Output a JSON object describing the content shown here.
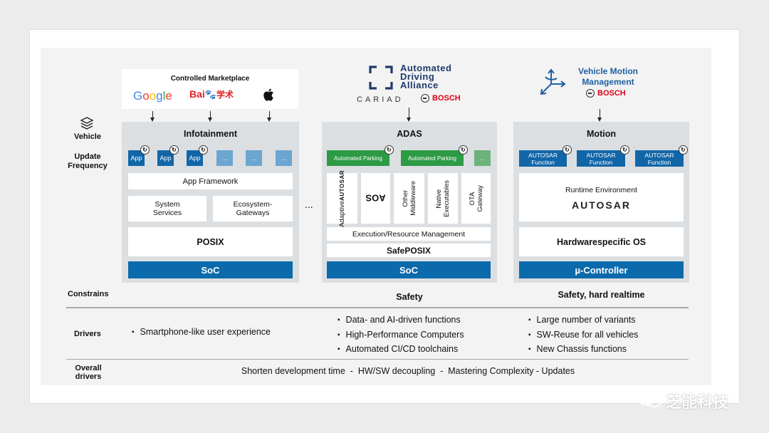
{
  "watermark": "芝能科技",
  "left_labels": {
    "vehicle": "Vehicle",
    "update_frequency": "Update\nFrequency",
    "constrains": "Constrains",
    "drivers": "Drivers",
    "overall_drivers": "Overall\ndrivers"
  },
  "marketplace": {
    "title": "Controlled Marketplace",
    "google": "Google",
    "baidu": "Bai",
    "baidu_suffix": "学术"
  },
  "ada": {
    "line1": "Automated",
    "line2": "Driving",
    "line3": "Alliance",
    "cariad": "CARIAD",
    "bosch": "BOSCH"
  },
  "vmm": {
    "title1": "Vehicle Motion",
    "title2": "Management",
    "bosch": "BOSCH"
  },
  "infotainment": {
    "title": "Infotainment",
    "apps": [
      "App",
      "App",
      "App",
      "...",
      "...",
      "..."
    ],
    "app_framework": "App Framework",
    "system_services": "System\nServices",
    "ecosystem_gateways": "Ecosystem-\nGateways",
    "posix": "POSIX",
    "soc": "SoC"
  },
  "gap_ellipsis": "...",
  "adas": {
    "title": "ADAS",
    "parking1": "Automated Parking",
    "parking2": "Automated Parking",
    "parking_more": "...",
    "v_adaptive": "Adaptive",
    "v_autosar": "AUTOSAR",
    "v_aos": "AOS",
    "v_other": "Other\nMiddleware",
    "v_native": "Native\nExecutables",
    "v_ota": "OTA\nGateway",
    "execution": "Execution/Resource Management",
    "safeposix": "SafePOSIX",
    "soc": "SoC",
    "constraint": "Safety"
  },
  "motion": {
    "title": "Motion",
    "functions": [
      "AUTOSAR\nFunction",
      "AUTOSAR\nFunction",
      "AUTOSAR\nFunction"
    ],
    "runtime": "Runtime Environment",
    "autosar_logo": "AUTOSAR",
    "hwos": "Hardwarespecific OS",
    "controller": "µ-Controller",
    "constraint": "Safety, hard realtime"
  },
  "drivers": {
    "infotainment": [
      "Smartphone-like user experience"
    ],
    "adas": [
      "Data- and AI-driven functions",
      "High-Performance Computers",
      "Automated CI/CD toolchains"
    ],
    "motion": [
      "Large number of variants",
      "SW-Reuse for all vehicles",
      "New Chassis functions"
    ]
  },
  "overall": "Shorten development time  -  HW/SW decoupling  -  Mastering Complexity - Updates",
  "colors": {
    "primary_blue": "#0b6aab",
    "navy": "#1f3a6e",
    "green": "#2d9a44",
    "bosch_red": "#e20015",
    "column_gray": "#dcdfe2"
  }
}
